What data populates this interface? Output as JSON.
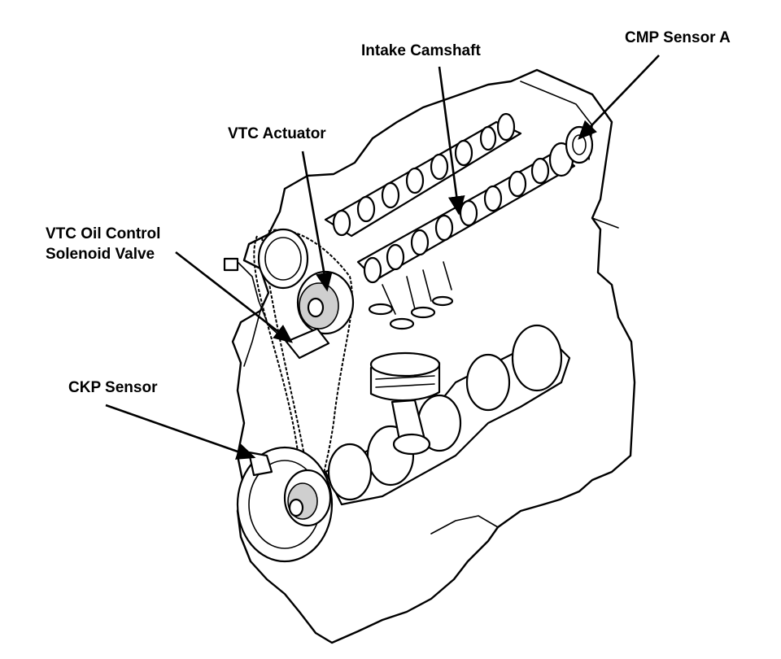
{
  "labels": {
    "intake_camshaft": "Intake Camshaft",
    "cmp_sensor_a": "CMP Sensor A",
    "vtc_actuator": "VTC Actuator",
    "vtc_solenoid_line1": "VTC Oil Control",
    "vtc_solenoid_line2": "Solenoid Valve",
    "ckp_sensor": "CKP Sensor"
  }
}
